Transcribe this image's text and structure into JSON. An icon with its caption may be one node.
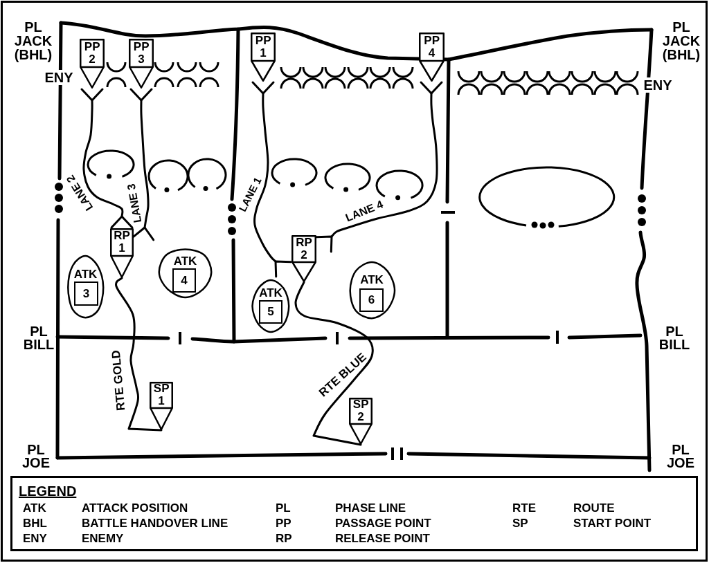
{
  "diagram": {
    "nodes": [
      {
        "text": [
          "PP 2"
        ]
      },
      {
        "text": [
          "PP 3"
        ]
      },
      {
        "text": [
          "PP 1"
        ]
      },
      {
        "text": [
          "PP 4"
        ]
      },
      {
        "text": [
          "RP 1"
        ]
      },
      {
        "text": [
          "RP 2"
        ]
      },
      {
        "text": [
          "ATK"
        ]
      },
      {
        "text": [
          "3"
        ],
        "in": 6
      },
      {
        "text": [
          "ATK"
        ]
      },
      {
        "text": [
          "4"
        ],
        "in": 8
      },
      {
        "text": [
          "ATK"
        ]
      },
      {
        "text": [
          "5"
        ],
        "in": 10
      },
      {
        "text": [
          "ATK"
        ]
      },
      {
        "text": [
          "6"
        ],
        "in": 12
      },
      {
        "text": [
          "SP 1"
        ]
      },
      {
        "text": [
          "SP 2"
        ]
      }
    ],
    "edges": [
      {
        "from": 4,
        "to": 0,
        "arrow": "other",
        "label": "LANE 2"
      },
      {
        "from": 4,
        "to": 1,
        "arrow": "other",
        "label": "LANE 3"
      },
      {
        "from": 5,
        "to": 2,
        "arrow": "other",
        "label": "LANE 1"
      },
      {
        "from": 5,
        "to": 3,
        "arrow": "other",
        "label": "LANE 4"
      },
      {
        "from": 14,
        "to": 4,
        "arrow": "none",
        "label": "RTE GOLD"
      },
      {
        "from": 15,
        "to": 5,
        "arrow": "none",
        "label": "RTE BLUE"
      }
    ],
    "labels": [
      "PL JACK (BHL)",
      "PL JACK (BHL)",
      "ENY",
      "ENY",
      "PL BILL",
      "PL BILL",
      "PL JOE",
      "PL JOE",
      "LEGEND",
      "ATK",
      "ATTACK POSITION",
      "PL",
      "PHASE LINE",
      "RTE",
      "ROUTE",
      "BHL",
      "BATTLE HANDOVER LINE",
      "PP",
      "PASSAGE POINT",
      "SP",
      "START POINT",
      "ENY",
      "ENEMY",
      "RP",
      "RELEASE POINT"
    ]
  }
}
